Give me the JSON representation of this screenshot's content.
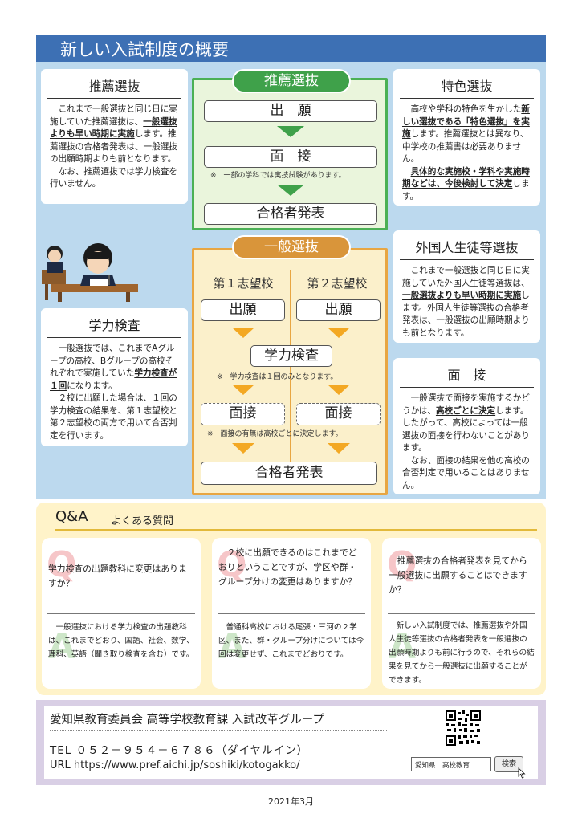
{
  "title": "新しい入試制度の概要",
  "suisen_card": {
    "title": "推薦選抜",
    "p1_a": "これまで一般選抜と同じ日に実施していた推薦選抜は、",
    "p1_u": "一般選抜よりも早い時期に実施",
    "p1_b": "します。推薦選抜の合格者発表は、一般選抜の出願時期よりも前となります。",
    "p2": "なお、推薦選抜では学力検査を行いません。"
  },
  "tokushoku_card": {
    "title": "特色選抜",
    "p1_a": "高校や学科の特色を生かした",
    "p1_u": "新しい選抜である「特色選抜」を実施",
    "p1_b": "します。推薦選抜とは異なり、中学校の推薦書は必要ありません。",
    "p2_u": "具体的な実施校・学科や実施時期などは、今後検討して決定",
    "p2_b": "します。"
  },
  "gakuryoku_card": {
    "title": "学力検査",
    "p1_a": "一般選抜では、これまでAグループの高校、Bグループの高校それぞれで実施していた",
    "p1_u": "学力検査が１回",
    "p1_b": "になります。",
    "p2": "２校に出願した場合は、１回の学力検査の結果を、第１志望校と第２志望校の両方で用いて合否判定を行います。"
  },
  "gaikokujin_card": {
    "title": "外国人生徒等選抜",
    "p1_a": "これまで一般選抜と同じ日に実施していた外国人生徒等選抜は、",
    "p1_u": "一般選抜よりも早い時期に実施",
    "p1_b": "します。外国人生徒等選抜の合格者発表は、一般選抜の出願時期よりも前となります。"
  },
  "mensetsu_card": {
    "title": "面　接",
    "p1_a": "一般選抜で面接を実施するかどうかは、",
    "p1_u": "高校ごとに決定",
    "p1_b": "します。したがって、高校によっては一般選抜の面接を行わないことがあります。",
    "p2": "なお、面接の結果を他の高校の合否判定で用いることはありません。"
  },
  "suisen_flow": {
    "label": "推薦選抜",
    "step1": "出　願",
    "step2": "面　接",
    "note": "※　一部の学科では実技試験があります。",
    "step3": "合格者発表"
  },
  "ippan_flow": {
    "label": "一般選抜",
    "col1": "第１志望校",
    "col2": "第２志望校",
    "apply1": "出願",
    "apply2": "出願",
    "exam": "学力検査",
    "exam_note": "※　学力検査は１回のみとなります。",
    "interview1": "面接",
    "interview2": "面接",
    "interview_note": "※　面接の有無は高校ごとに決定します。",
    "result": "合格者発表"
  },
  "qa": {
    "title": "Q&A",
    "subtitle": "よくある質問",
    "items": [
      {
        "q": "学力検査の出題教科に変更はありますか？",
        "a": "一般選抜における学力検査の出題教科は、これまでどおり、国語、社会、数学、理科、英語（聞き取り検査を含む）です。"
      },
      {
        "q": "２校に出願できるのはこれまでどおりということですが、学区や群・グループ分けの変更はありますか？",
        "a": "普通科高校における尾張・三河の２学区、また、群・グループ分けについては今回は変更せず、これまでどおりです。"
      },
      {
        "q": "推薦選抜の合格者発表を見てから一般選抜に出願することはできますか？",
        "a": "新しい入試制度では、推薦選抜や外国人生徒等選抜の合格者発表を一般選抜の出願時期よりも前に行うので、それらの結果を見てから一般選抜に出願することができます。"
      }
    ]
  },
  "footer": {
    "org": "愛知県教育委員会 高等学校教育課 入試改革グループ",
    "tel": "TEL ０５２－９５４－６７８６（ダイヤルイン）",
    "url": "URL https://www.pref.aichi.jp/soshiki/kotogakko/",
    "search_text": "愛知県　高校教育",
    "search_button": "検索"
  },
  "date": "2021年3月",
  "colors": {
    "title_bar": "#3d70b4",
    "overview_bg": "#bcd9ee",
    "suisen_green": "#3fa14a",
    "ippan_orange": "#d9953a",
    "qa_bg": "#fff3c9",
    "footer_bg": "#d9cfe5"
  },
  "icons": [
    "students-illustration-icon",
    "qr-code-icon",
    "cursor-icon"
  ]
}
